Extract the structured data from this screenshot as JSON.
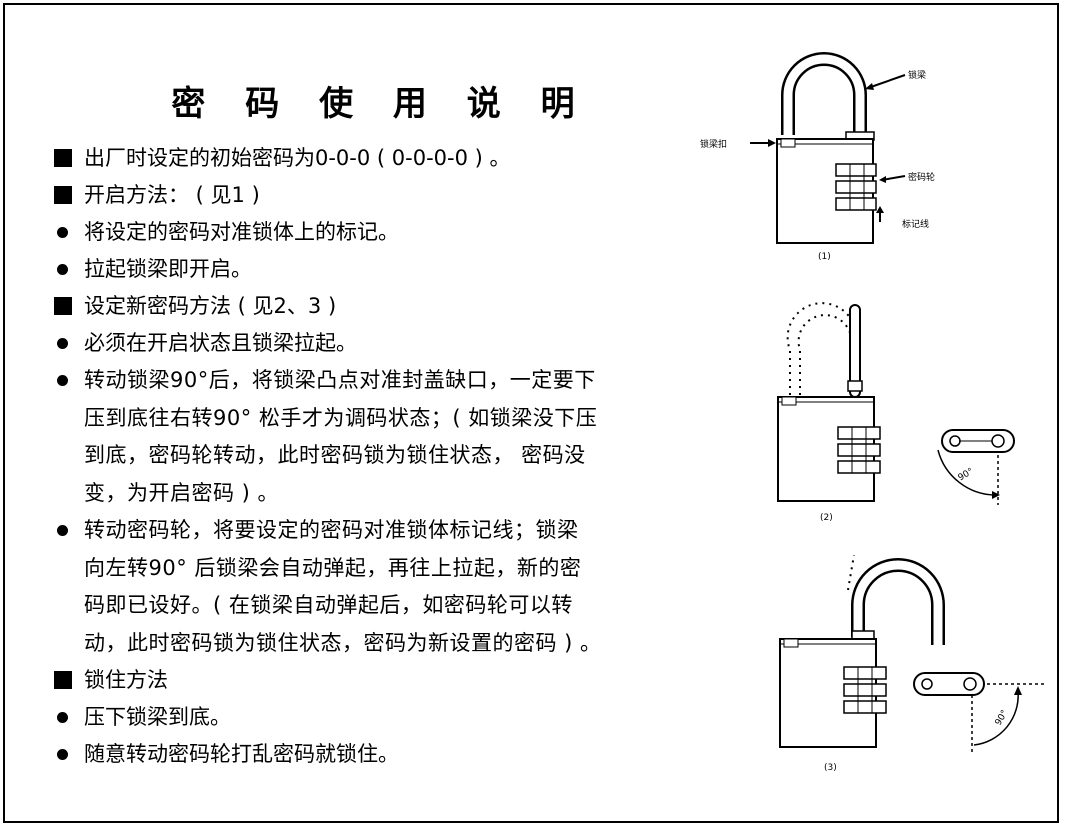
{
  "title": "密 码 使 用 说 明",
  "items": [
    {
      "marker": "square",
      "text": "出厂时设定的初始密码为0-0-0 ( 0-0-0-0 ) 。"
    },
    {
      "marker": "square",
      "text": "开启方法： ( 见1 )"
    },
    {
      "marker": "dot",
      "text": "将设定的密码对准锁体上的标记。"
    },
    {
      "marker": "dot",
      "text": "拉起锁梁即开启。"
    },
    {
      "marker": "square",
      "text": "设定新密码方法 ( 见2、3 )"
    },
    {
      "marker": "dot",
      "text": "必须在开启状态且锁梁拉起。"
    }
  ],
  "para1": {
    "lines": [
      "转动锁梁90°后，将锁梁凸点对准封盖缺口，一定要下",
      "压到底往右转90° 松手才为调码状态；( 如锁梁没下压",
      "到底，密码轮转动，此时密码锁为锁住状态，  密码没",
      "变，为开启密码 ) 。"
    ]
  },
  "para2": {
    "lines": [
      "转动密码轮，将要设定的密码对准锁体标记线；锁梁",
      "向左转90° 后锁梁会自动弹起，再往上拉起，新的密",
      "码即已设好。( 在锁梁自动弹起后，如密码轮可以转",
      "动，此时密码锁为锁住状态，密码为新设置的密码 ) 。"
    ]
  },
  "items2": [
    {
      "marker": "square",
      "text": "锁住方法"
    },
    {
      "marker": "dot",
      "text": "压下锁梁到底。"
    },
    {
      "marker": "dot",
      "text": "随意转动密码轮打乱密码就锁住。"
    }
  ],
  "figures": {
    "fig1_caption": "(1)",
    "fig2_caption": "(2)",
    "fig3_caption": "(3)",
    "label_shackle": "锁梁",
    "label_shackle_catch": "锁梁扣",
    "label_wheels": "密码轮",
    "label_mark": "标记线",
    "angle_label": "90°"
  }
}
